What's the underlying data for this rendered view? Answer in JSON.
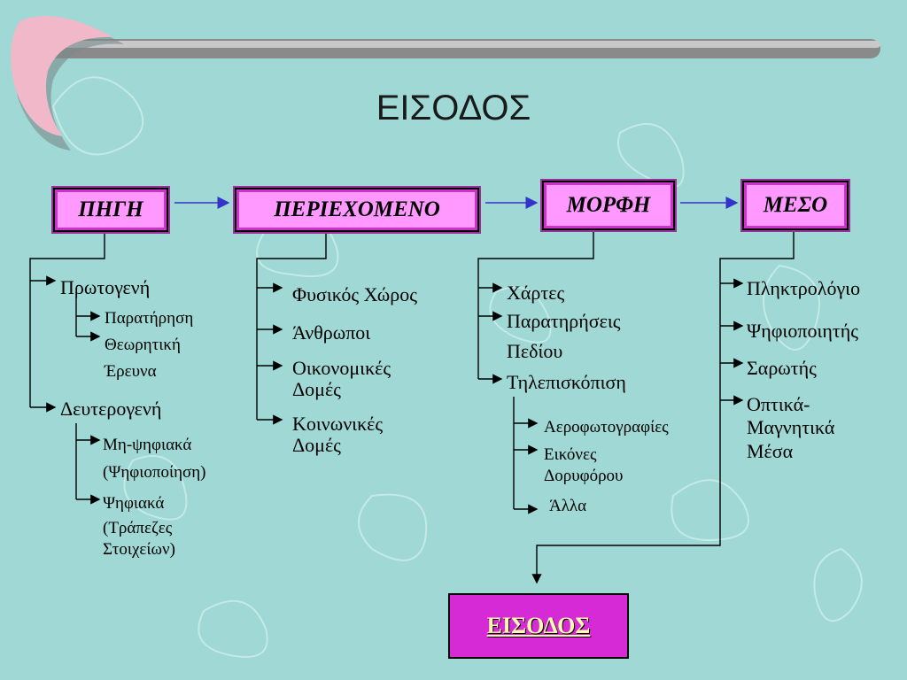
{
  "title": "ΕΙΣΟΔΟΣ",
  "boxes": {
    "pigi": "ΠΗΓΗ",
    "periexomeno": "ΠΕΡΙΕΧΟΜΕΝΟ",
    "morfi": "ΜΟΡΦΗ",
    "meso": "ΜΕΣΟ",
    "eisodos": "ΕΙΣΟΔΟΣ"
  },
  "pigi": {
    "protogeni": "Πρωτογενή",
    "paratirisi": "Παρατήρηση",
    "theoritiki": "Θεωρητική",
    "erevna": "Έρευνα",
    "defterogeni": "Δευτερογενή",
    "mi_psifiaka": "Μη-ψηφιακά",
    "psifiopoiisi": "(Ψηφιοποίηση)",
    "psifiaka": "Ψηφιακά",
    "trapezes": "(Τράπεζες",
    "stoixeion": "Στοιχείων)"
  },
  "periexomeno": {
    "fysikos": "Φυσικός Χώρος",
    "anthropoi": "Άνθρωποι",
    "oikonomikes_1": "Οικονομικές",
    "oikonomikes_2": "Δομές",
    "koinonikes_1": "Κοινωνικές",
    "koinonikes_2": "Δομές"
  },
  "morfi": {
    "chartes": "Χάρτες",
    "paratiriseis_1": "Παρατηρήσεις",
    "paratiriseis_2": "Πεδίου",
    "tilepiskopisi": "Τηλεπισκόπιση",
    "aerofoto": "Αεροφωτογραφίες",
    "eikones_1": "Εικόνες",
    "eikones_2": "Δορυφόρου",
    "alla": "Άλλα"
  },
  "meso": {
    "pliktrologio": "Πληκτρολόγιο",
    "psifiopoiitis": "Ψηφιοποιητής",
    "sarotis": "Σαρωτής",
    "optika_1": "Οπτικά-",
    "optika_2": "Μαγνητικά",
    "optika_3": "Μέσα"
  },
  "colors": {
    "background": "#9fd8d4",
    "box_fill": "#ff99ff",
    "final_fill": "#d62ad6",
    "final_text": "#fff8b0",
    "flow_arrow": "#3333cc"
  }
}
